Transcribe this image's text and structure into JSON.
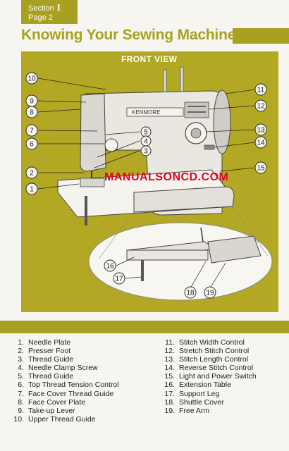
{
  "header": {
    "section_label": "Section",
    "section_number": "I",
    "page_label": "Page 2",
    "title": "Knowing Your Sewing Machine"
  },
  "figure": {
    "view_title": "FRONT VIEW",
    "watermark": "MANUALSONCD.COM",
    "brand_badge": "KENMORE",
    "callout_numbers": [
      "1",
      "2",
      "3",
      "4",
      "5",
      "6",
      "7",
      "8",
      "9",
      "10",
      "11",
      "12",
      "13",
      "14",
      "15",
      "16",
      "17",
      "18",
      "19"
    ]
  },
  "parts_left": [
    {
      "num": "1.",
      "label": "Needle Plate"
    },
    {
      "num": "2.",
      "label": "Presser Foot"
    },
    {
      "num": "3.",
      "label": "Thread Guide"
    },
    {
      "num": "4.",
      "label": "Needle Clamp Screw"
    },
    {
      "num": "5.",
      "label": "Thread Guide"
    },
    {
      "num": "6.",
      "label": "Top Thread Tension Control"
    },
    {
      "num": "7.",
      "label": "Face Cover Thread Guide"
    },
    {
      "num": "8.",
      "label": "Face Cover Plate"
    },
    {
      "num": "9.",
      "label": "Take-up Lever"
    },
    {
      "num": "10.",
      "label": "Upper Thread Guide"
    }
  ],
  "parts_right": [
    {
      "num": "11.",
      "label": "Stitch Width Control"
    },
    {
      "num": "12.",
      "label": "Stretch Stitch Control"
    },
    {
      "num": "13.",
      "label": "Stitch Length Control"
    },
    {
      "num": "14.",
      "label": "Reverse Stitch Control"
    },
    {
      "num": "15.",
      "label": "Light and Power Switch"
    },
    {
      "num": "16.",
      "label": "Extension Table"
    },
    {
      "num": "17.",
      "label": "Support Leg"
    },
    {
      "num": "18.",
      "label": "Shuttle Cover"
    },
    {
      "num": "19.",
      "label": "Free Arm"
    }
  ],
  "colors": {
    "accent": "#a8a020",
    "panel": "#b3a823",
    "watermark": "#e8001f"
  }
}
